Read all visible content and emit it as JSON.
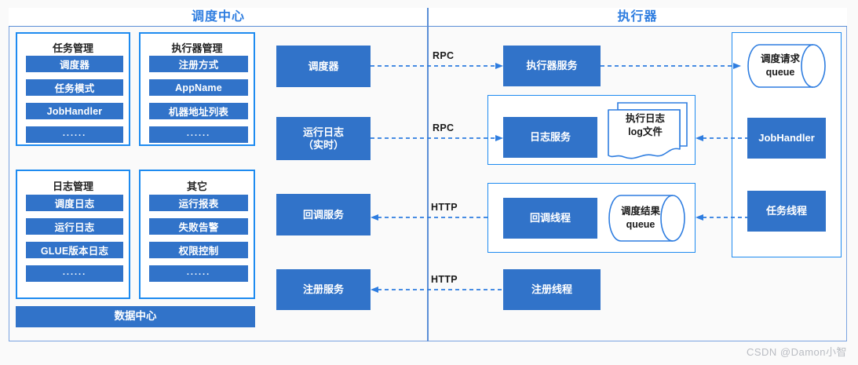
{
  "diagram": {
    "title_left": "调度中心",
    "title_right": "执行器",
    "watermark": "CSDN @Damon小智",
    "colors": {
      "box_fill": "#3173c9",
      "panel_border": "#1e8bf0",
      "frame_border": "#7aa3e0",
      "title_text": "#2e7de0",
      "connector": "#2e7de0",
      "background": "#fafafa"
    }
  },
  "scheduler_center": {
    "panels": [
      {
        "id": "job-management",
        "title": "任务管理",
        "items": [
          "调度器",
          "任务模式",
          "JobHandler",
          "......"
        ]
      },
      {
        "id": "executor-management",
        "title": "执行器管理",
        "items": [
          "注册方式",
          "AppName",
          "机器地址列表",
          "......"
        ]
      },
      {
        "id": "log-management",
        "title": "日志管理",
        "items": [
          "调度日志",
          "运行日志",
          "GLUE版本日志",
          "......"
        ]
      },
      {
        "id": "others",
        "title": "其它",
        "items": [
          "运行报表",
          "失败告警",
          "权限控制",
          "......"
        ]
      }
    ],
    "data_center": "数据中心",
    "services": [
      {
        "id": "scheduler",
        "label": "调度器"
      },
      {
        "id": "runtime-log",
        "label": "运行日志\n（实时）"
      },
      {
        "id": "callback-service",
        "label": "回调服务"
      },
      {
        "id": "register-service",
        "label": "注册服务"
      }
    ]
  },
  "executor": {
    "executor_service": "执行器服务",
    "log_service": "日志服务",
    "log_file": "执行日志\nlog文件",
    "callback_thread": "回调线程",
    "result_queue": "调度结果\nqueue",
    "register_thread": "注册线程",
    "request_queue": "调度请求\nqueue",
    "job_handler": "JobHandler",
    "task_thread": "任务线程"
  },
  "connectors": [
    {
      "id": "rpc-scheduler",
      "label": "RPC"
    },
    {
      "id": "rpc-log",
      "label": "RPC"
    },
    {
      "id": "http-callback",
      "label": "HTTP"
    },
    {
      "id": "http-register",
      "label": "HTTP"
    }
  ]
}
